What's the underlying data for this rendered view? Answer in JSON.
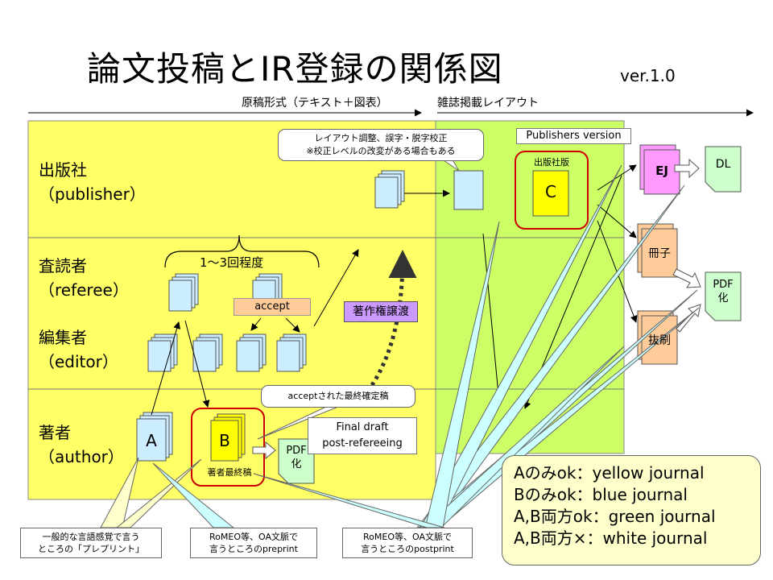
{
  "title": "論文投稿とIR登録の関係図",
  "version": "ver.1.0",
  "axis": {
    "manuscript_format": "原稿形式（テキスト＋図表）",
    "journal_layout": "雑誌掲載レイアウト"
  },
  "roles": {
    "publisher": [
      "出版社",
      "（publisher）"
    ],
    "referee": [
      "査読者",
      "（referee）"
    ],
    "editor": [
      "編集者",
      "（editor）"
    ],
    "author": [
      "著者",
      "（author）"
    ]
  },
  "labels": {
    "rounds": "1～3回程度",
    "accept": "accept",
    "copyright_transfer": "著作権譲渡",
    "accepted_final": "acceptされた最終確定稿",
    "final_draft": [
      "Final draft",
      "post-refereeing"
    ],
    "layout_note": [
      "レイアウト調整、誤字・脱字校正",
      "※校正レベルの改変がある場合もある"
    ],
    "publishers_version": "Publishers version",
    "publisher_edition": "出版社版",
    "author_final": "著者最終稿"
  },
  "documents": {
    "a": "A",
    "b": "B",
    "c": "C"
  },
  "outputs": {
    "ej": "EJ",
    "dl": "DL",
    "booklet": "冊子",
    "offprint": "抜刷",
    "pdf_right": [
      "PDF",
      "化"
    ],
    "pdf_author": [
      "PDF",
      "化"
    ]
  },
  "bottom_notes": {
    "preprint_general": [
      "一般的な言語感覚で言う",
      "ところの「プレプリント」"
    ],
    "romeo_preprint": [
      "RoMEO等、OA文脈で",
      "言うところのpreprint"
    ],
    "romeo_postprint": [
      "RoMEO等、OA文脈で",
      "言うところのpostprint"
    ]
  },
  "legend": [
    "Aのみok：yellow journal",
    "Bのみok：blue journal",
    "A,B両方ok：green journal",
    "A,B両方×：white journal"
  ],
  "colors": {
    "yellow_area": "#ffff66",
    "green_area": "#ccff66",
    "doc_blue": "#ccecff",
    "doc_yellow": "#ffff00",
    "ej_pink": "#ff99ff",
    "output_orange": "#ffcc99",
    "pdf_green": "#ccffcc",
    "accept_orange": "#ffcc99",
    "copyright_purple": "#cc99ff",
    "highlight_red": "#cc0000",
    "legend_bg": "#ffffcc"
  }
}
